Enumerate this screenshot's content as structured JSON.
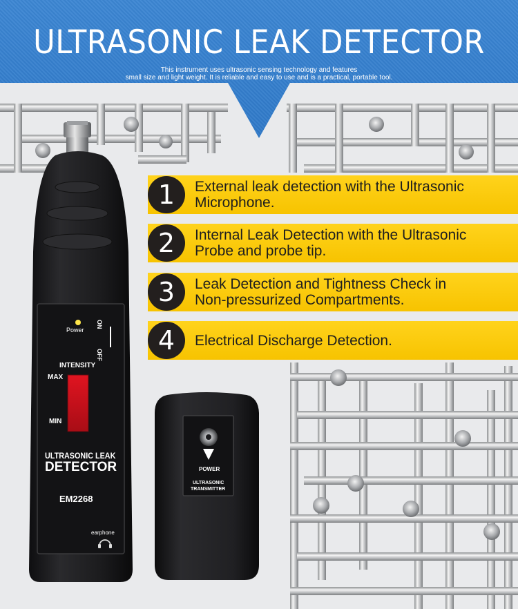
{
  "header": {
    "title": "ULTRASONIC LEAK DETECTOR",
    "subtitle_line1": "This instrument uses ultrasonic sensing technology and features",
    "subtitle_line2": "small size and light weight. It is reliable and easy to use and is a practical, portable tool."
  },
  "features": [
    {
      "number": "1",
      "line1": "External leak detection with the Ultrasonic",
      "line2": "Microphone."
    },
    {
      "number": "2",
      "line1": "Internal Leak Detection with the Ultrasonic",
      "line2": "Probe and probe tip."
    },
    {
      "number": "3",
      "line1": "Leak Detection and Tightness Check in",
      "line2": "Non-pressurized Compartments."
    },
    {
      "number": "4",
      "line1": "Electrical Discharge Detection."
    }
  ],
  "detector": {
    "power_label": "Power",
    "on_label": "ON",
    "off_label": "OFF",
    "intensity_label": "INTENSITY",
    "max_label": "MAX",
    "min_label": "MIN",
    "brand_line1": "ULTRASONIC LEAK",
    "brand_line2": "DETECTOR",
    "model": "EM2268",
    "earphone_label": "earphone"
  },
  "transmitter": {
    "power_label": "POWER",
    "name_line1": "ULTRASONIC",
    "name_line2": "TRANSMITTER"
  },
  "colors": {
    "header_blue": "#3280cc",
    "banner_yellow": "#fcca0a",
    "circle_dark": "#231f1e",
    "device_black": "#1d1d1f",
    "led_red": "#d4111b"
  }
}
